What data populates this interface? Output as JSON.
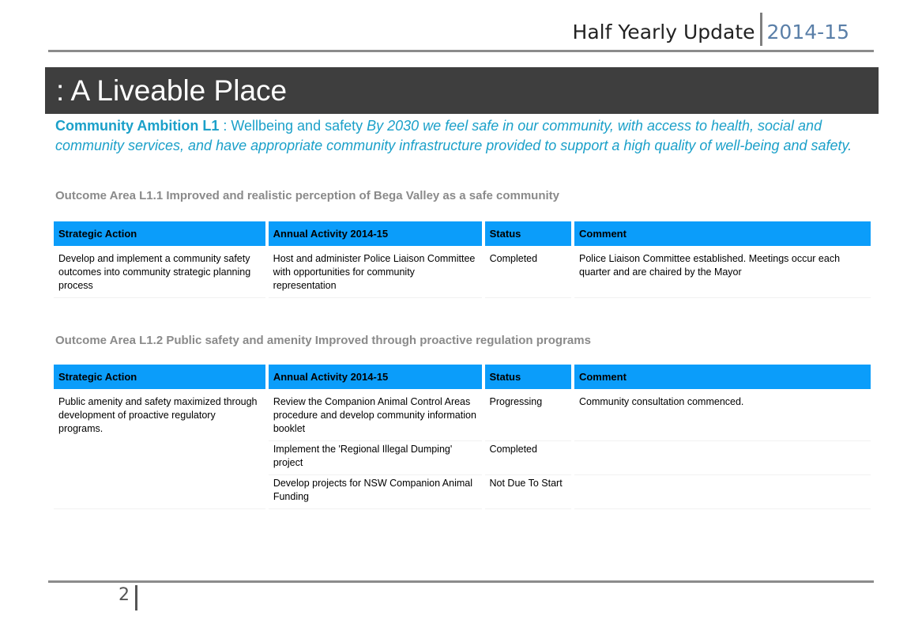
{
  "header": {
    "doc_name": "Half Yearly Update",
    "year": "2014-15"
  },
  "banner": {
    "title": ": A Liveable Place"
  },
  "ambition": {
    "label": "Community Ambition L1",
    "subtitle": " : Wellbeing and safety  ",
    "description": "By 2030 we feel safe in our community, with access to health, social and community services, and have appropriate community infrastructure provided to support a high quality of well-being and safety."
  },
  "outcomes": [
    {
      "title": "Outcome Area L1.1 Improved and realistic perception of Bega Valley as a safe community",
      "columns": [
        "Strategic Action",
        "Annual Activity 2014-15",
        "Status",
        "Comment"
      ],
      "rows": [
        {
          "action": "Develop and implement a community safety outcomes into community strategic planning process",
          "activity": "Host and administer Police Liaison Committee with opportunities for community representation",
          "status": "Completed",
          "comment": "Police Liaison Committee established. Meetings occur each quarter and are chaired by the Mayor"
        }
      ]
    },
    {
      "title": "Outcome Area L1.2 Public safety and amenity Improved through proactive regulation programs",
      "columns": [
        "Strategic Action",
        "Annual Activity 2014-15",
        "Status",
        "Comment"
      ],
      "rows": [
        {
          "action": "Public amenity and safety maximized through development of proactive regulatory programs.",
          "activity": "Review the Companion Animal Control Areas procedure and develop community information booklet",
          "status": "Progressing",
          "comment": "Community consultation commenced."
        },
        {
          "action": "",
          "activity": "Implement the 'Regional Illegal Dumping' project",
          "status": "Completed",
          "comment": ""
        },
        {
          "action": "",
          "activity": "Develop projects for NSW Companion Animal Funding",
          "status": "Not Due To Start",
          "comment": ""
        }
      ]
    }
  ],
  "footer": {
    "page_number": "2"
  }
}
